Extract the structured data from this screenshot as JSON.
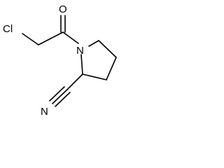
{
  "molecule": {
    "atoms": {
      "oxygen": "O",
      "chlorine": "Cl",
      "nitrogen_ring": "N",
      "nitrogen_nitrile": "N"
    }
  },
  "colors": {
    "bond": "#000000",
    "background": "#ffffff"
  }
}
